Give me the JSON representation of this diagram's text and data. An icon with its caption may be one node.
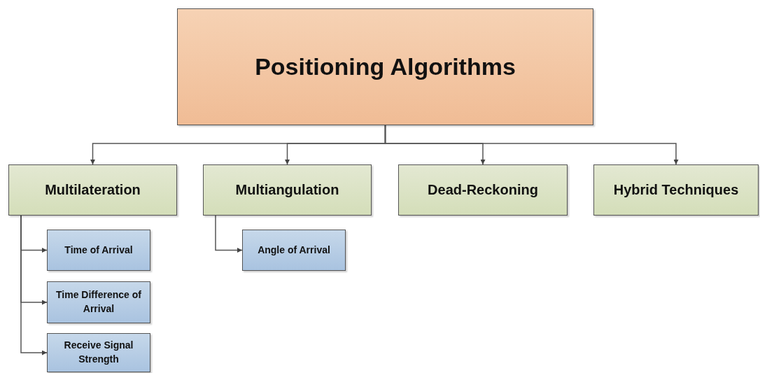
{
  "diagram": {
    "nodes": [
      {
        "text": [
          "Positioning Algorithms"
        ]
      },
      {
        "text": [
          "Multilateration"
        ]
      },
      {
        "text": [
          "Multiangulation"
        ]
      },
      {
        "text": [
          "Dead-Reckoning"
        ]
      },
      {
        "text": [
          "Hybrid Techniques"
        ]
      },
      {
        "text": [
          "Time of Arrival"
        ]
      },
      {
        "text": [
          "Time Difference of Arrival"
        ]
      },
      {
        "text": [
          "Receive Signal Strength"
        ]
      },
      {
        "text": [
          "Angle of Arrival"
        ]
      }
    ],
    "edges": [
      {
        "from": 0,
        "to": 1,
        "arrow": "to"
      },
      {
        "from": 0,
        "to": 2,
        "arrow": "to"
      },
      {
        "from": 0,
        "to": 3,
        "arrow": "to"
      },
      {
        "from": 0,
        "to": 4,
        "arrow": "to"
      },
      {
        "from": 1,
        "to": 5,
        "arrow": "to"
      },
      {
        "from": 1,
        "to": 6,
        "arrow": "to"
      },
      {
        "from": 1,
        "to": 7,
        "arrow": "to"
      },
      {
        "from": 2,
        "to": 8,
        "arrow": "to"
      }
    ]
  }
}
